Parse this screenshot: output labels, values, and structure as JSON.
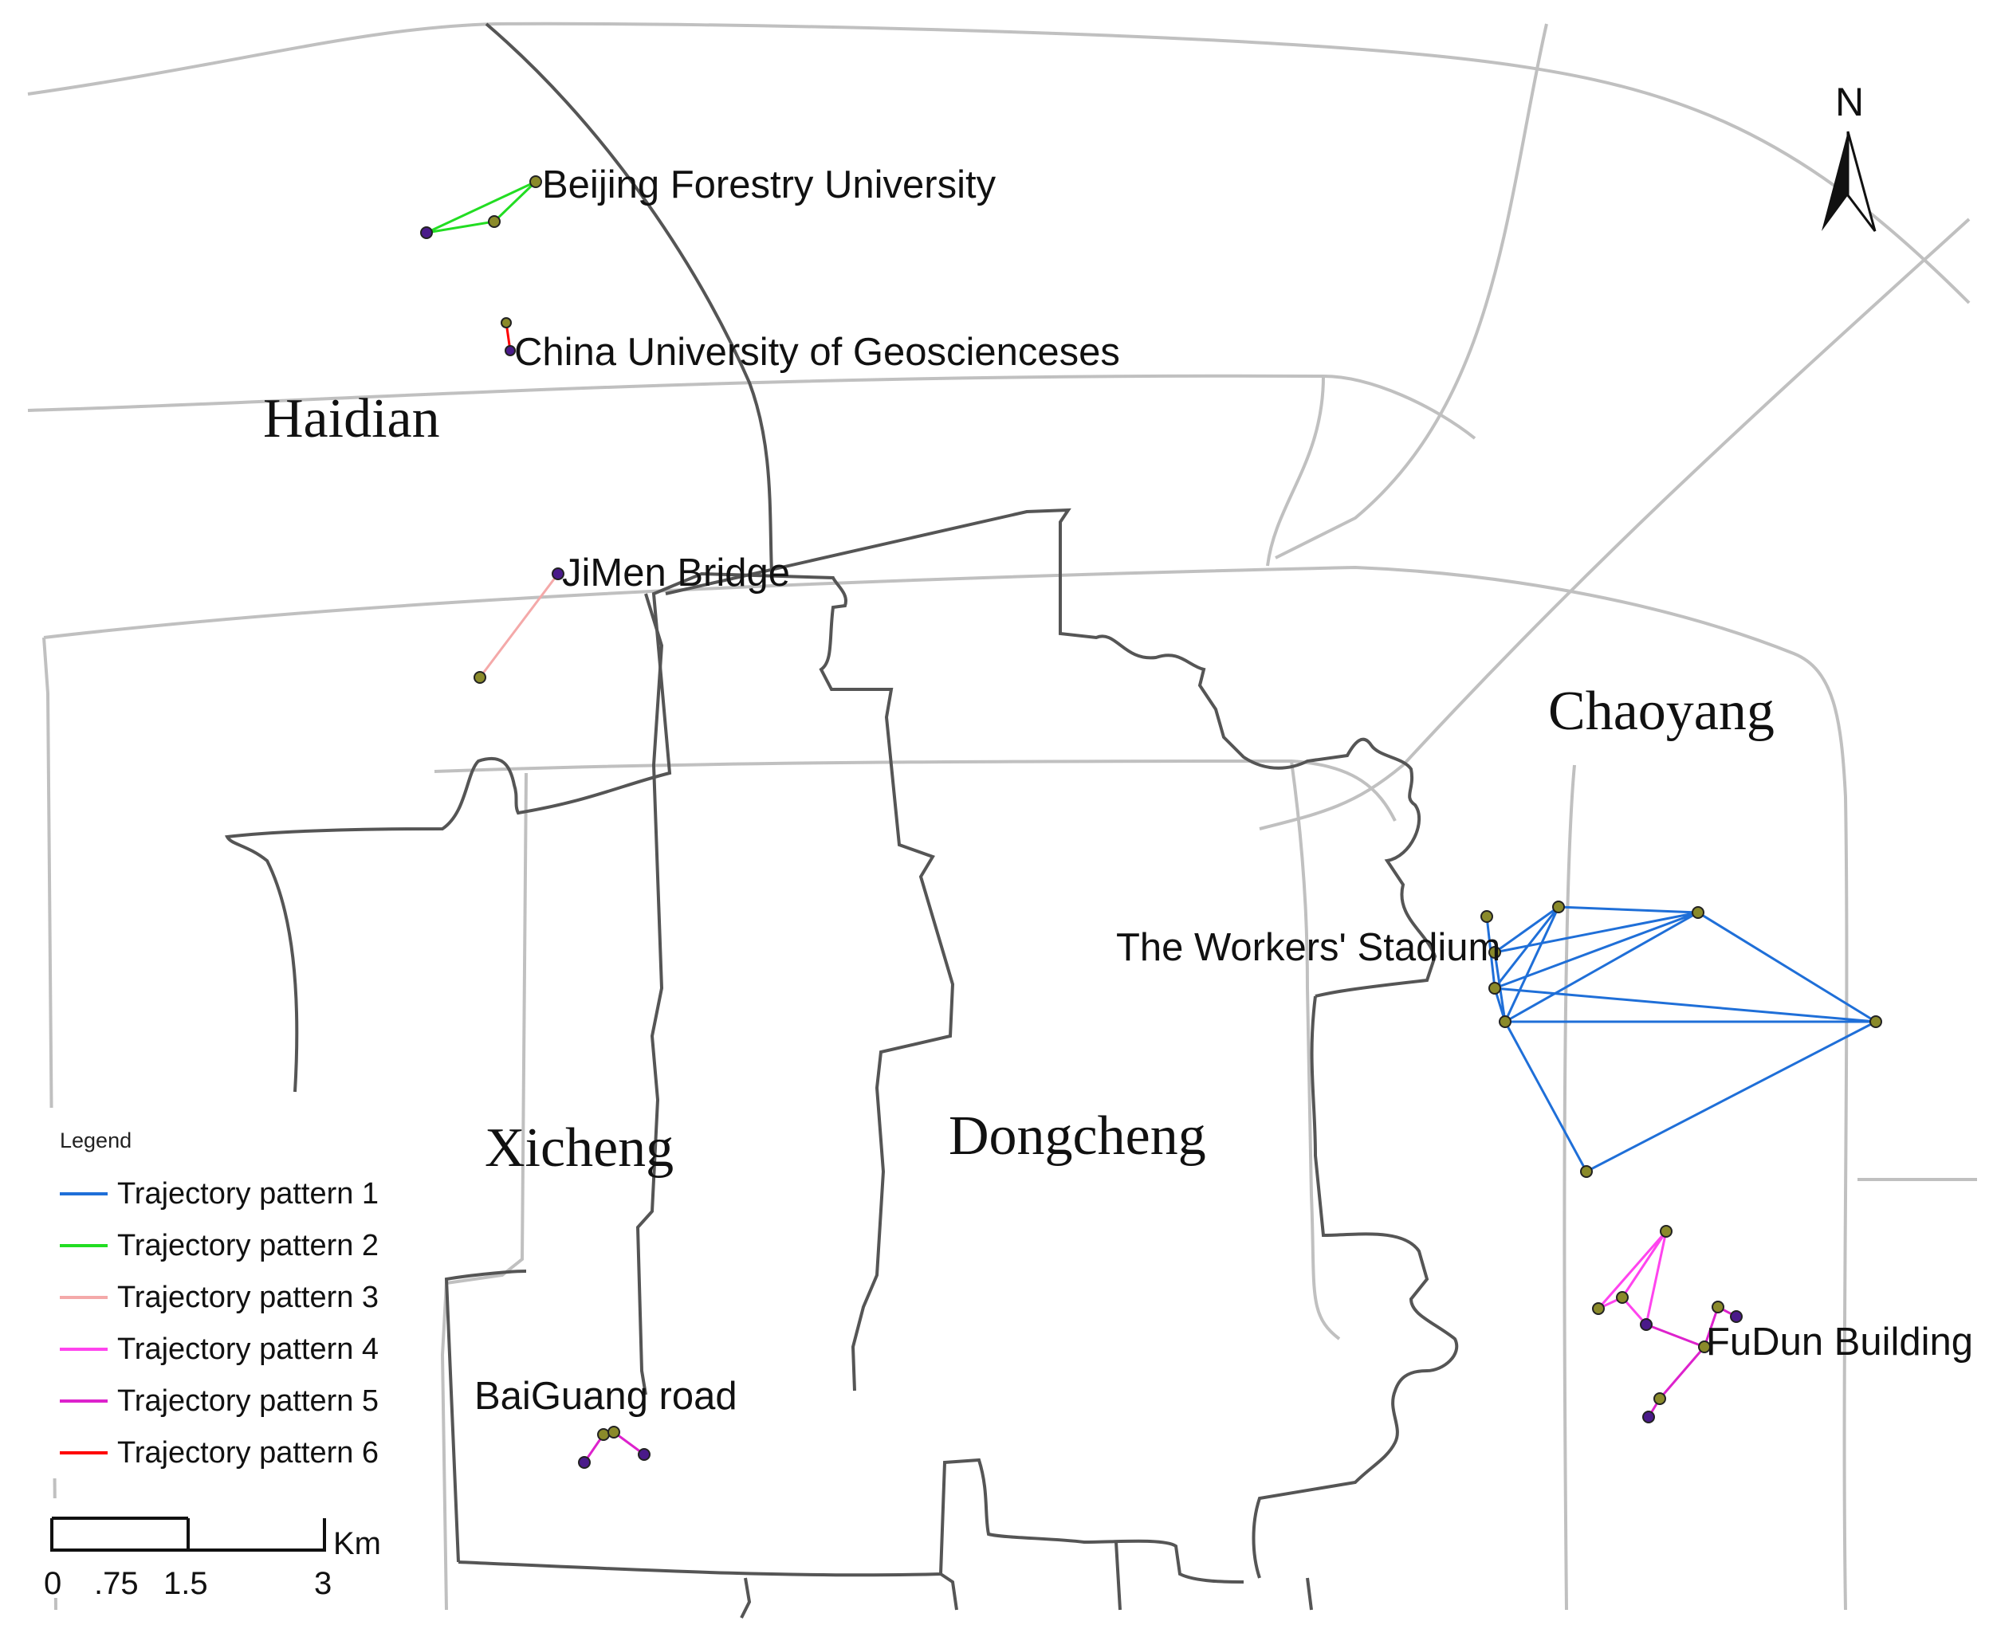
{
  "districts": {
    "haidian": "Haidian",
    "chaoyang": "Chaoyang",
    "xicheng": "Xicheng",
    "dongcheng": "Dongcheng"
  },
  "places": {
    "bjfu": "Beijing Forestry University",
    "cug": "China University of Geoscienceses",
    "jimen": "JiMen Bridge",
    "workers": "The Workers' Stadium",
    "fudun": "FuDun Building",
    "baiguang": "BaiGuang road"
  },
  "north": "N",
  "legend": {
    "title": "Legend",
    "items": [
      {
        "label": "Trajectory pattern 1",
        "color": "#1f6fd8"
      },
      {
        "label": "Trajectory pattern 2",
        "color": "#22dd22"
      },
      {
        "label": "Trajectory pattern 3",
        "color": "#f4a9a9"
      },
      {
        "label": "Trajectory pattern 4",
        "color": "#ff44ee"
      },
      {
        "label": "Trajectory pattern 5",
        "color": "#dd22cc"
      },
      {
        "label": "Trajectory pattern 6",
        "color": "#ff0000"
      }
    ]
  },
  "scale": {
    "unit": "Km",
    "ticks": [
      "0",
      ".75",
      "1.5",
      "3"
    ]
  },
  "colors": {
    "road": "#c0c0c0",
    "boundary": "#555555",
    "point_fill": "#8a8a2a",
    "endpoint_fill": "#4a1a8a"
  }
}
